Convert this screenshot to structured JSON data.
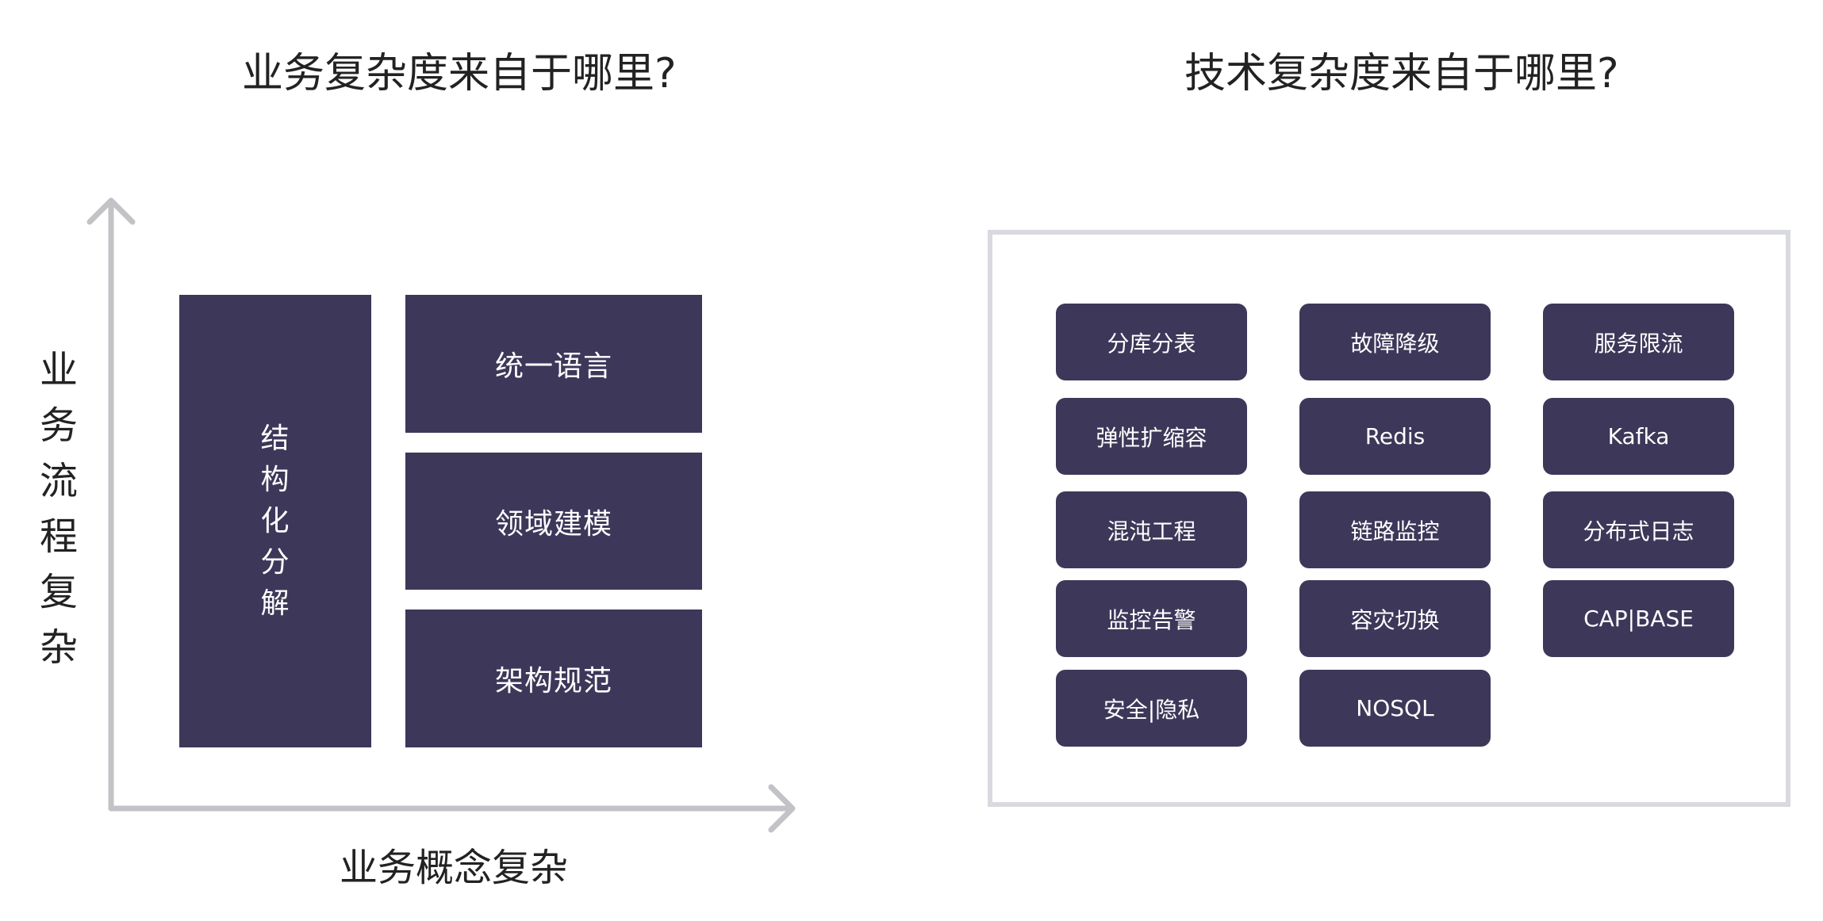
{
  "left_panel": {
    "title": "业务复杂度来自于哪里?",
    "y_axis_label": "业\n务\n流\n程\n复\n杂",
    "x_axis_label": "业务概念复杂",
    "vertical_block": "结\n构\n化\n分\n解",
    "blocks": [
      "统一语言",
      "领域建模",
      "架构规范"
    ],
    "block_color": "#3d3759",
    "axis_color": "#c3c3c7"
  },
  "right_panel": {
    "title": "技术复杂度来自于哪里?",
    "frame_color": "#d9dadf",
    "items": [
      "分库分表",
      "故障降级",
      "服务限流",
      "弹性扩缩容",
      "Redis",
      "Kafka",
      "混沌工程",
      "链路监控",
      "分布式日志",
      "监控告警",
      "容灾切换",
      "CAP|BASE",
      "安全|隐私",
      "NOSQL"
    ]
  }
}
